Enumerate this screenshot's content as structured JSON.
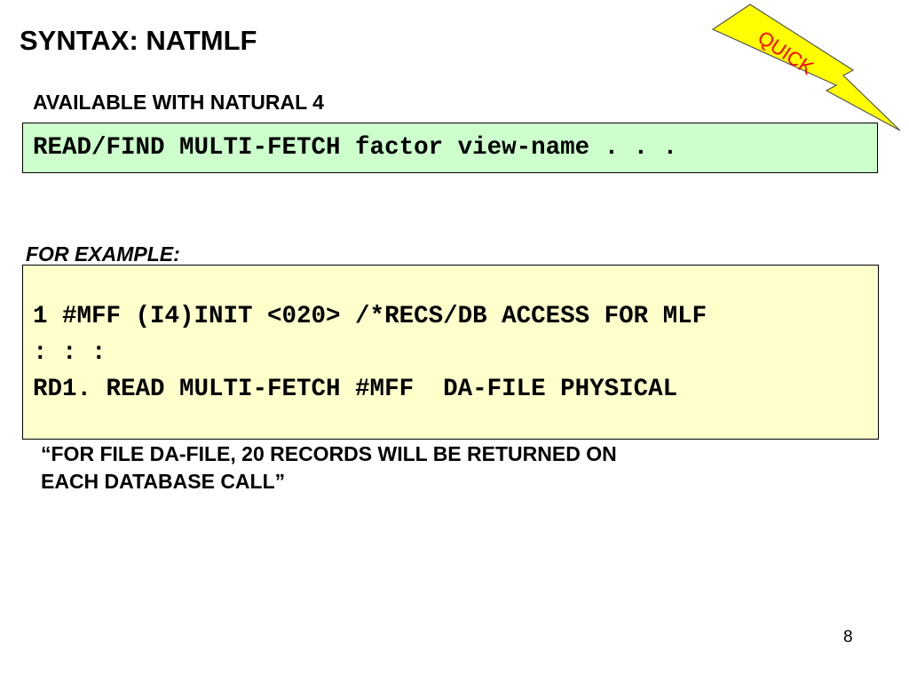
{
  "slide": {
    "title": "SYNTAX: NATMLF",
    "availability": "AVAILABLE WITH NATURAL 4",
    "syntax_line": "READ/FIND MULTI-FETCH factor view-name . . .",
    "example_label": "FOR EXAMPLE:",
    "example_lines": [
      "1 #MFF (I4)INIT <020> /*RECS/DB ACCESS FOR MLF",
      ": : :",
      "RD1. READ MULTI-FETCH #MFF  DA-FILE PHYSICAL"
    ],
    "note_lines": [
      "“FOR FILE DA-FILE, 20 RECORDS WILL BE RETURNED ON",
      "EACH DATABASE CALL”"
    ],
    "page_number": "8",
    "badge": {
      "label": "QUICK",
      "icon": "lightning-bolt-icon",
      "fill_color": "#ffff00",
      "text_color": "#ff0000"
    }
  },
  "colors": {
    "syntax_box_bg": "#ccffcc",
    "example_box_bg": "#ffffcc",
    "border": "#000000"
  }
}
